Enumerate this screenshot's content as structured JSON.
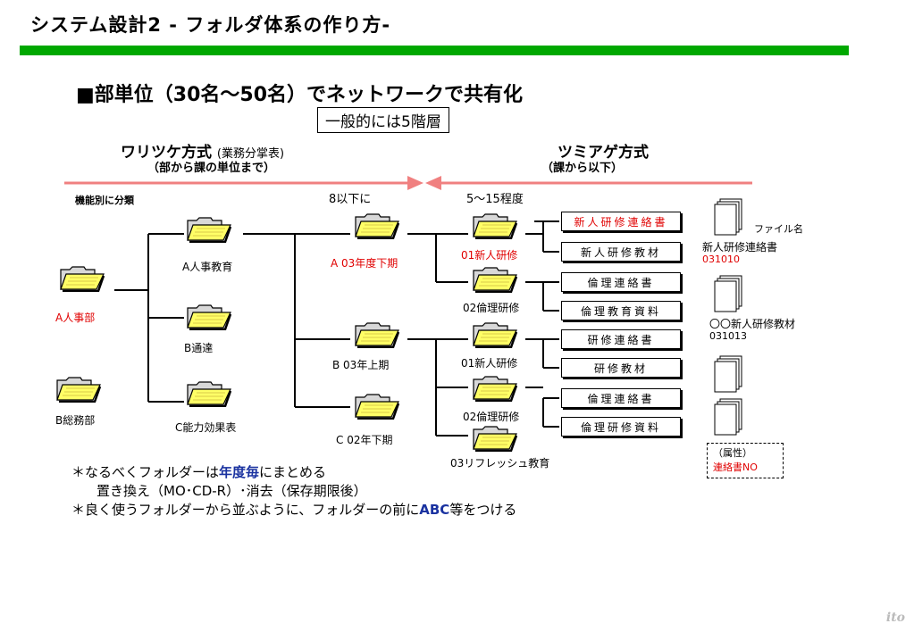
{
  "title": "システム設計2 - フォルダ体系の作り方-",
  "heading": "■部単位（30名～50名）でネットワークで共有化",
  "levels_box": "一般的には5階層",
  "left_method": {
    "name": "ワリツケ方式",
    "note": "(業務分掌表)",
    "sub": "（部から課の単位まで）"
  },
  "right_method": {
    "name": "ツミアゲ方式",
    "sub": "（課から以下）"
  },
  "labels": {
    "classify": "機能別に分類",
    "under8": "8以下に",
    "range": "5～15程度"
  },
  "folders": {
    "dept_a": "A人事部",
    "dept_b": "B総務部",
    "a_edu": "A人事教育",
    "b_notice": "B通達",
    "c_eval": "C能力効果表",
    "term_a": "A  03年度下期",
    "term_b": "B  03年上期",
    "term_c": "C  02年下期",
    "f01a": "01新人研修",
    "f02a": "02倫理研修",
    "f01b": "01新人研修",
    "f02b": "02倫理研修",
    "f03": "03リフレッシュ教育"
  },
  "docs": [
    "新人研修連絡書",
    "新人研修教材",
    "倫理連絡書",
    "倫理教育資料",
    "研修連絡書",
    "研修教材",
    "倫理連絡書",
    "倫理研修資料"
  ],
  "files": {
    "filename_label": "ファイル名",
    "file1_name": "新人研修連絡書",
    "file1_code": "031010",
    "file2_name": "〇〇新人研修教材",
    "file2_code": "031013"
  },
  "attribute": {
    "label": "（属性）",
    "value": "連絡書NO"
  },
  "notes": {
    "line1_pre": "＊なるべくフォルダーは",
    "line1_em": "年度毎",
    "line1_post": "にまとめる",
    "line2": "置き換え（MO･CD-R）･消去（保存期限後）",
    "line3_pre": "＊良く使うフォルダーから並ぶように、フォルダーの前に",
    "line3_em": "ABC",
    "line3_post": "等をつける"
  },
  "signature": "ito",
  "colors": {
    "accent_green": "#00a800",
    "arrow_pink": "#f08080",
    "folder_yellow": "#ffff66",
    "highlight_red": "#e00000"
  }
}
